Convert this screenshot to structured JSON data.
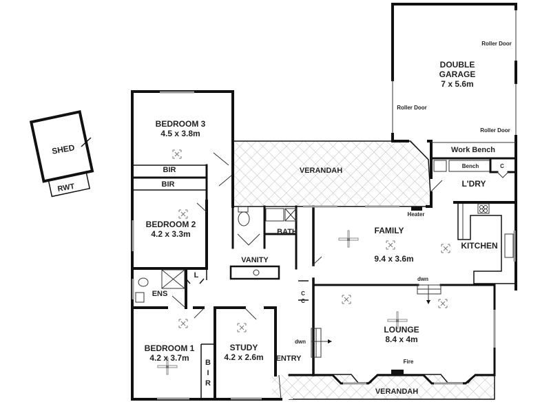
{
  "plan": {
    "rooms": [
      {
        "id": "shed",
        "name": "SHED",
        "dims": ""
      },
      {
        "id": "rwt",
        "name": "RWT",
        "dims": ""
      },
      {
        "id": "bedroom3",
        "name": "BEDROOM 3",
        "dims": "4.5 x 3.8m"
      },
      {
        "id": "bedroom2",
        "name": "BEDROOM 2",
        "dims": "4.2 x 3.3m"
      },
      {
        "id": "bedroom1",
        "name": "BEDROOM 1",
        "dims": "4.2 x 3.7m"
      },
      {
        "id": "study",
        "name": "STUDY",
        "dims": "4.2 x 2.6m"
      },
      {
        "id": "garage",
        "name": "DOUBLE GARAGE",
        "dims": "7 x 5.6m"
      },
      {
        "id": "family",
        "name": "FAMILY",
        "dims": "9.4 x 3.6m"
      },
      {
        "id": "lounge",
        "name": "LOUNGE",
        "dims": "8.4 x 4m"
      },
      {
        "id": "kitchen",
        "name": "KITCHEN",
        "dims": ""
      },
      {
        "id": "laundry",
        "name": "L'DRY",
        "dims": ""
      },
      {
        "id": "bath",
        "name": "BATH",
        "dims": ""
      },
      {
        "id": "vanity",
        "name": "VANITY",
        "dims": ""
      },
      {
        "id": "ensuite",
        "name": "ENS",
        "dims": ""
      },
      {
        "id": "entry",
        "name": "ENTRY",
        "dims": ""
      },
      {
        "id": "verandah_top",
        "name": "VERANDAH",
        "dims": ""
      },
      {
        "id": "verandah_bottom",
        "name": "VERANDAH",
        "dims": ""
      }
    ],
    "labels": {
      "bir_top": "BIR",
      "bir_mid": "BIR",
      "bir_vertical": [
        "B",
        "I",
        "R"
      ],
      "linen": "L",
      "cupboard": "C",
      "work_bench": "Work Bench",
      "bench": "Bench",
      "heater": "Heater",
      "fire": "Fire",
      "down": "dwn",
      "roller_door": "Roller Door",
      "double_garage_line1": "DOUBLE",
      "double_garage_line2": "GARAGE"
    },
    "colors": {
      "wall": "#111111",
      "window": "#999999",
      "hatch": "#bbbbbb",
      "text": "#222222"
    }
  }
}
